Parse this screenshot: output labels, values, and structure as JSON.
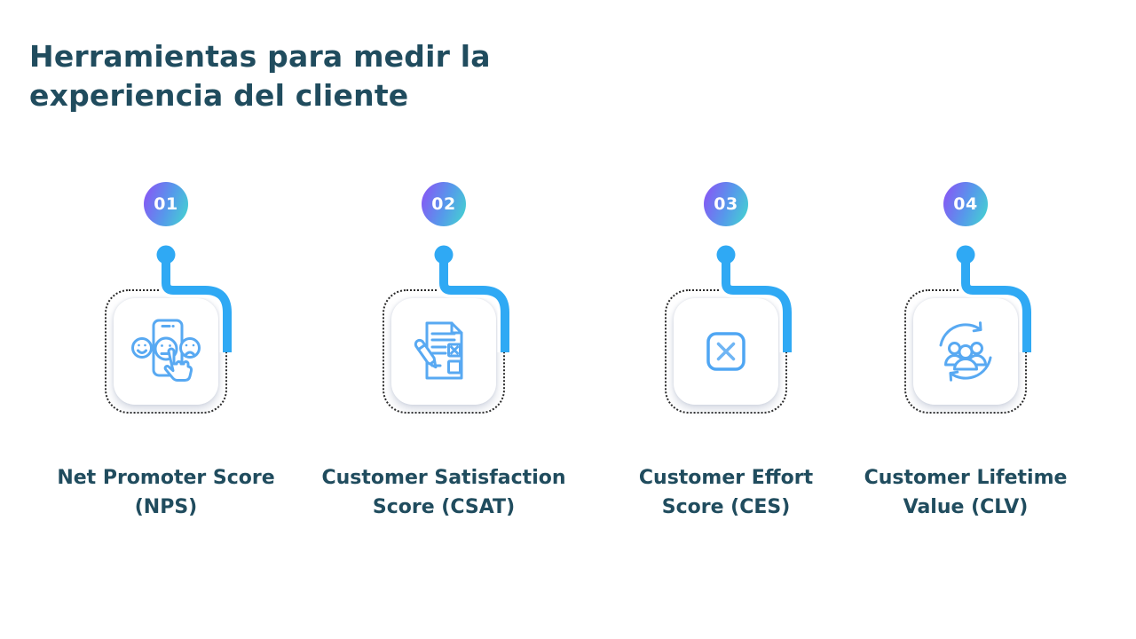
{
  "slide": {
    "title": "Herramientas para medir la\nexperiencia del cliente"
  },
  "colors": {
    "heading_text": "#204C5E",
    "connector_blue": "#2FA9F4",
    "icon_blue": "#58A9F2",
    "badge_gradient_start": "#8B51F6",
    "badge_gradient_mid": "#559BEA",
    "badge_gradient_end": "#43D8CE",
    "dotted_border": "#2A2A2A",
    "background": "#FFFFFF"
  },
  "items": [
    {
      "number": "01",
      "label": "Net Promoter Score\n(NPS)",
      "icon": "phone-feedback-faces-icon"
    },
    {
      "number": "02",
      "label": "Customer Satisfaction\nScore (CSAT)",
      "icon": "survey-form-pencil-icon"
    },
    {
      "number": "03",
      "label": "Customer Effort\nScore (CES)",
      "icon": "x-checkbox-icon"
    },
    {
      "number": "04",
      "label": "Customer Lifetime\nValue (CLV)",
      "icon": "people-cycle-icon"
    }
  ]
}
